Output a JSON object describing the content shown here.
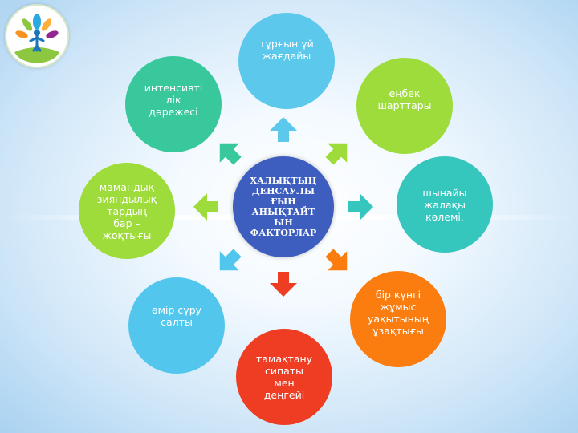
{
  "center": {
    "label": "ХАЛЫҚТЫҢ\nДЕНСАУЛЫ\nҒЫН\nАНЫҚТАЙТ\nЫН\nФАКТОРЛАР",
    "color": "#3d5ebf"
  },
  "factors": [
    {
      "label": "тұрғын  үй\nжағдайы",
      "color": "#5bc8ec"
    },
    {
      "label": "еңбек\nшарттары",
      "color": "#9ddc3a"
    },
    {
      "label": "шынайы\nжалақы\nкөлемі.",
      "color": "#35c6be"
    },
    {
      "label": "бір  күнгі\nжұмыс\nуақытының\nұзақтығы",
      "color": "#fb7d10"
    },
    {
      "label": "тамақтану\nсипаты\nмен\nдеңгейі",
      "color": "#ee3d22"
    },
    {
      "label": "өмір  сүру\nсалты",
      "color": "#52c6ec"
    },
    {
      "label": "мамандық\nзияндылық\nтардың\nбар –\nжоқтығы",
      "color": "#9ddc3a"
    },
    {
      "label": "интенсивті\nлік\nдәрежесі",
      "color": "#38c89c"
    }
  ],
  "arrows": [
    {
      "name": "arrow-up",
      "color": "#5bc8ec"
    },
    {
      "name": "arrow-up-right",
      "color": "#9ddc3a"
    },
    {
      "name": "arrow-right",
      "color": "#35c6be"
    },
    {
      "name": "arrow-down-right",
      "color": "#fb7d10"
    },
    {
      "name": "arrow-down",
      "color": "#ee3d22"
    },
    {
      "name": "arrow-down-left",
      "color": "#52c6ec"
    },
    {
      "name": "arrow-left",
      "color": "#9ddc3a"
    },
    {
      "name": "arrow-up-left",
      "color": "#38c89c"
    }
  ]
}
